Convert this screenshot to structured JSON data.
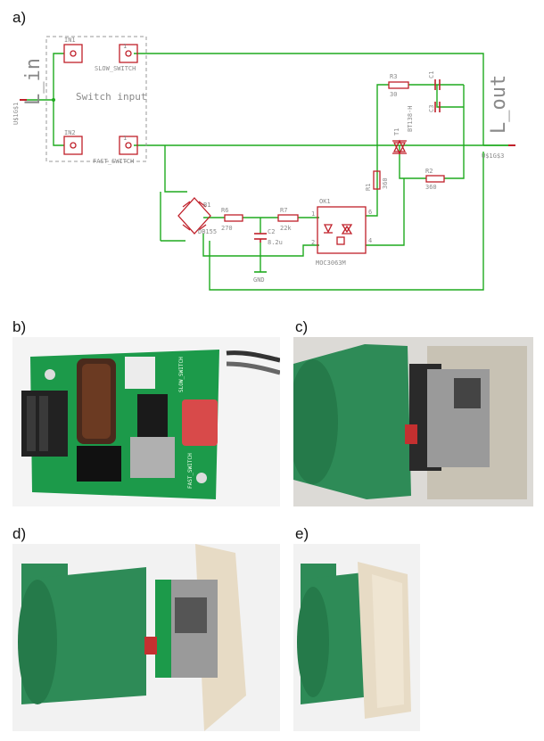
{
  "panels": {
    "a": "a)",
    "b": "b)",
    "c": "c)",
    "d": "d)",
    "e": "e)"
  },
  "schematic": {
    "l_in": "L_in",
    "l_out": "L_out",
    "switch_input": "Switch input",
    "in1": "IN1",
    "in2": "IN2",
    "slow_switch": "SLOW_SWITCH",
    "fast_switch": "FAST_SWITCH",
    "usin": "U$1G$1",
    "usout": "U$1G$3",
    "r3": "R3",
    "r3v": "30",
    "c1": "C1",
    "c3": "C3",
    "t1": "T1",
    "t1v": "BT138-H",
    "r1": "R1",
    "r1v": "360",
    "r2": "R2",
    "r2v": "360",
    "b1": "B1",
    "b1v": "DB155",
    "r6": "R6",
    "r6v": "270",
    "r7": "R7",
    "r7v": "22k",
    "c2": "C2",
    "c2v": "8.2u",
    "gnd": "GND",
    "ok1": "OK1",
    "ok1v": "MOC3063M",
    "p1": "1",
    "p2": "2",
    "p4": "4",
    "p6": "6",
    "pin1": "1",
    "pin2": "1"
  },
  "photo_b": {
    "slow": "SLOW_SWITCH",
    "fast": "FAST_SWITCH"
  },
  "colors": {
    "wire": "#1faa1f",
    "part": "#c0202a",
    "label": "#8a8a8a",
    "pcb": "#1c9a4a",
    "box": "#2e8b57",
    "plate": "#e7dbc5"
  }
}
